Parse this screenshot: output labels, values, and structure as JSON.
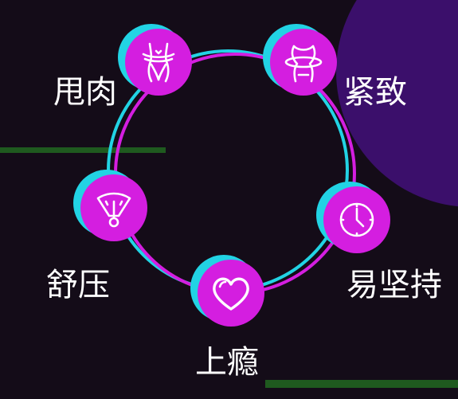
{
  "colors": {
    "background": "#140c18",
    "accent_purple": "#3b0f6b",
    "accent_green": "#1f5a1f",
    "ring_cyan": "#22d3e4",
    "ring_magenta": "#d41ee0"
  },
  "nodes": [
    {
      "icon": "body-slim-icon",
      "label": "甩肉"
    },
    {
      "icon": "waist-measure-icon",
      "label": "紧致"
    },
    {
      "icon": "clock-icon",
      "label": "易坚持"
    },
    {
      "icon": "heart-icon",
      "label": "上瘾"
    },
    {
      "icon": "scale-gauge-icon",
      "label": "舒压"
    }
  ]
}
